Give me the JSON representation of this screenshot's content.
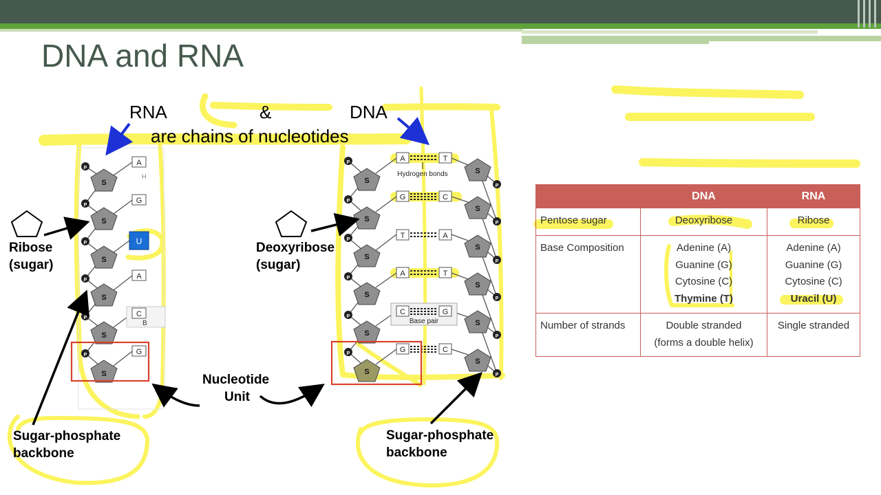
{
  "slide": {
    "title": "DNA and RNA",
    "heading": {
      "rna": "RNA",
      "amp": "&",
      "dna": "DNA",
      "subtitle": "are chains of nucleotides"
    }
  },
  "labels": {
    "ribose_line1": "Ribose",
    "ribose_line2": "(sugar)",
    "deoxyribose_line1": "Deoxyribose",
    "deoxyribose_line2": "(sugar)",
    "nucleotide_line1": "Nucleotide",
    "nucleotide_line2": "Unit",
    "backbone_left_line1": "Sugar-phosphate",
    "backbone_left_line2": "backbone",
    "backbone_right_line1": "Sugar-phosphate",
    "backbone_right_line2": "backbone"
  },
  "diagram": {
    "sugar_letter": "S",
    "phosphate_letter": "P",
    "rna_bases": [
      "A",
      "G",
      "U",
      "A",
      "C",
      "G"
    ],
    "rna_side_text": [
      "H",
      "B"
    ],
    "dna_pairs": [
      [
        "A",
        "T"
      ],
      [
        "G",
        "C"
      ],
      [
        "T",
        "A"
      ],
      [
        "A",
        "T"
      ],
      [
        "C",
        "G"
      ],
      [
        "G",
        "C"
      ]
    ],
    "hydrogen_bonds": "Hydrogen bonds",
    "base_pair": "Base pair"
  },
  "table": {
    "headers": [
      "",
      "DNA",
      "RNA"
    ],
    "rows": [
      {
        "label": "Pentose sugar",
        "dna": [
          "Deoxyribose"
        ],
        "rna": [
          "Ribose"
        ]
      },
      {
        "label": "Base Composition",
        "dna": [
          "Adenine (A)",
          "Guanine (G)",
          "Cytosine (C)",
          "Thymine (T)"
        ],
        "rna": [
          "Adenine (A)",
          "Guanine (G)",
          "Cytosine (C)",
          "Uracil (U)"
        ]
      },
      {
        "label": "Number of strands",
        "dna": [
          "Double stranded",
          "(forms a double helix)"
        ],
        "rna": [
          "Single stranded"
        ]
      }
    ]
  },
  "colors": {
    "highlight": "#fbf45e",
    "header_green": "#46594d",
    "accent_green": "#5ea33b",
    "table_red": "#c95f59",
    "arrow_blue": "#1d31d6",
    "box_red": "#d9412b",
    "uracil_blue": "#1a6fd6"
  }
}
